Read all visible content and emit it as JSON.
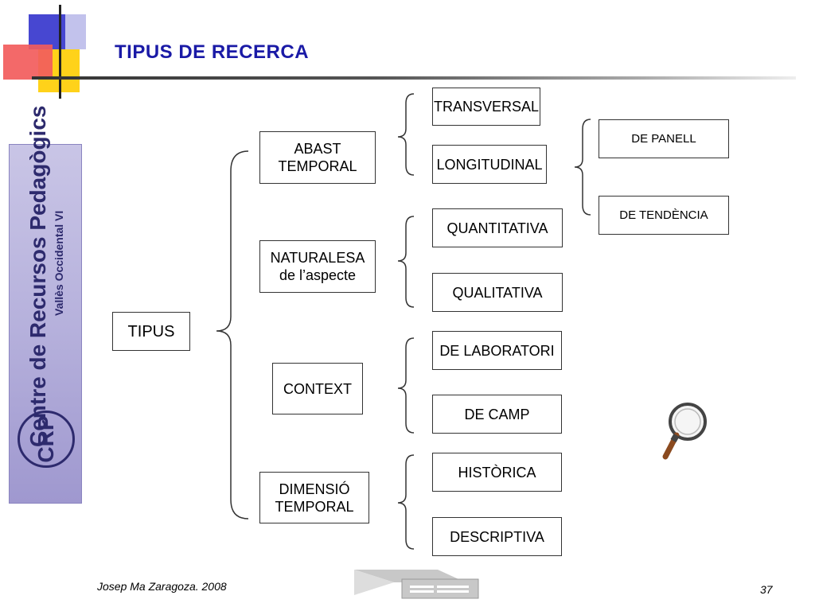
{
  "slide": {
    "title": "TIPUS DE RECERCA",
    "author": "Josep Ma Zaragoza. 2008",
    "page_number": "37"
  },
  "logo": {
    "line1": "Centre de Recursos Pedagògics",
    "line2": "Vallès Occidental VI",
    "crp": "CRP"
  },
  "diagram": {
    "root": "TIPUS",
    "categories": [
      {
        "id": "abast",
        "label": "ABAST\nTEMPORAL"
      },
      {
        "id": "naturalesa",
        "label": "NATURALESA\nde l’aspecte"
      },
      {
        "id": "context",
        "label": "CONTEXT"
      },
      {
        "id": "dimensio",
        "label": "DIMENSIÓ\nTEMPORAL"
      }
    ],
    "leaves": {
      "transversal": "TRANSVERSAL",
      "longitudinal": "LONGITUDINAL",
      "quantitativa": "QUANTITATIVA",
      "qualitativa": "QUALITATIVA",
      "laboratori": "DE LABORATORI",
      "camp": "DE CAMP",
      "historica": "HISTÒRICA",
      "descriptiva": "DESCRIPTIVA"
    },
    "sub_leaves": {
      "panell": "DE PANELL",
      "tendencia": "DE TENDÈNCIA"
    }
  },
  "colors": {
    "title": "#1a1aa6",
    "deco_blue": "#3333cc",
    "deco_red": "#f25c5c",
    "deco_yellow": "#ffd21a"
  }
}
